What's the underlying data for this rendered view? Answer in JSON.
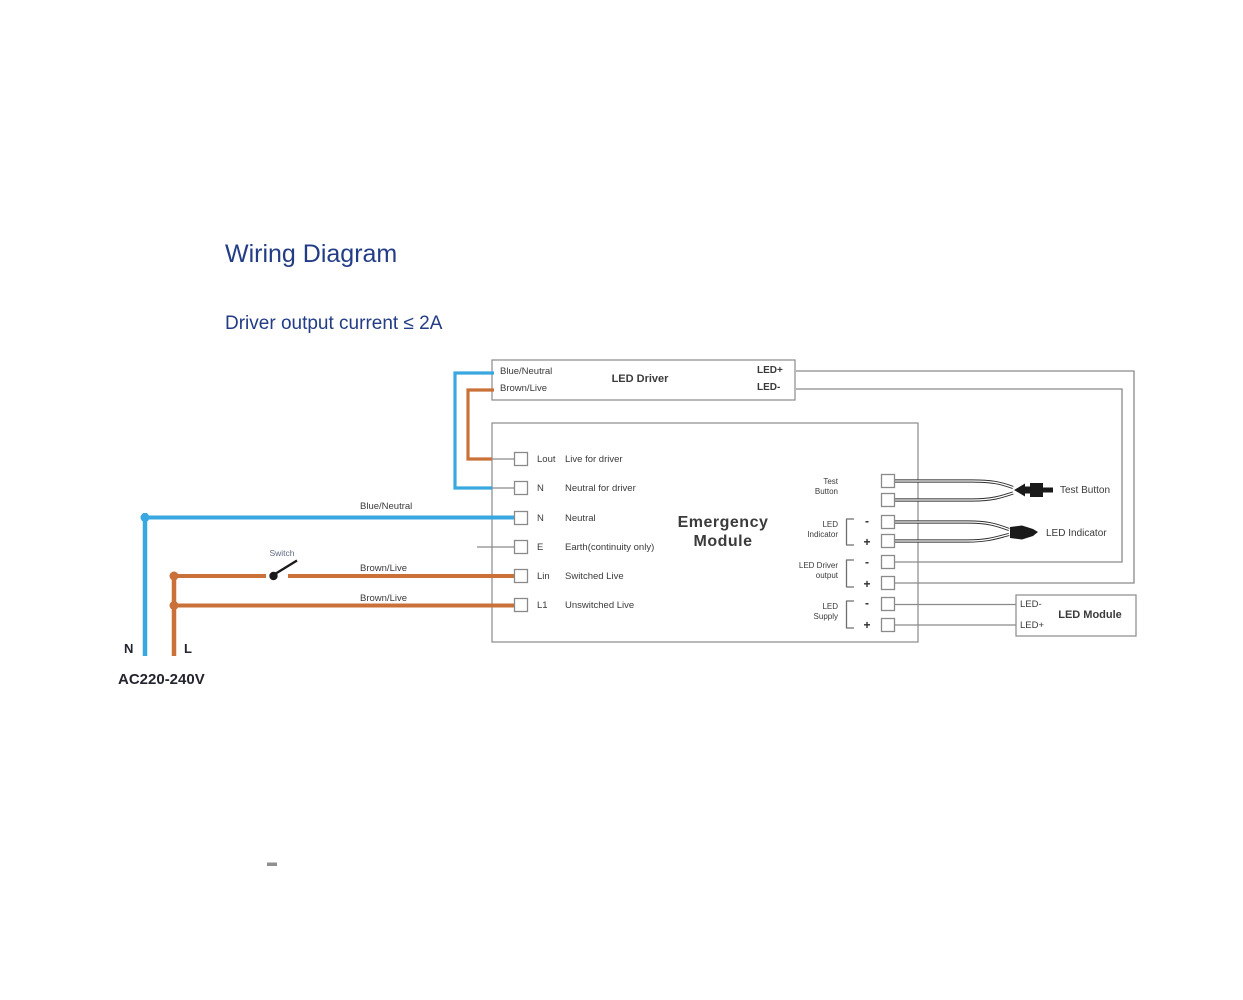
{
  "titles": {
    "heading": "Wiring Diagram",
    "subheading": "Driver output current ≤ 2A"
  },
  "led_driver": {
    "name": "LED Driver",
    "input_top": "Blue/Neutral",
    "input_bottom": "Brown/Live",
    "output_top": "LED+",
    "output_bottom": "LED-"
  },
  "emergency_module": {
    "name_line1": "Emergency",
    "name_line2": "Module",
    "terminals": [
      {
        "code": "Lout",
        "desc": "Live for driver"
      },
      {
        "code": "N",
        "desc": "Neutral for driver"
      },
      {
        "code": "N",
        "desc": "Neutral"
      },
      {
        "code": "E",
        "desc": "Earth(continuity only)"
      },
      {
        "code": "Lin",
        "desc": "Switched Live"
      },
      {
        "code": "L1",
        "desc": "Unswitched Live"
      }
    ],
    "groups": [
      {
        "line1": "Test",
        "line2": "Button"
      },
      {
        "line1": "LED",
        "line2": "Indicator",
        "minus": "-",
        "plus": "+"
      },
      {
        "line1": "LED Driver",
        "line2": "output",
        "minus": "-",
        "plus": "+"
      },
      {
        "line1": "LED",
        "line2": "Supply",
        "minus": "-",
        "plus": "+"
      }
    ]
  },
  "external": {
    "test_button": "Test Button",
    "led_indicator": "LED Indicator"
  },
  "led_module": {
    "name": "LED Module",
    "neg": "LED-",
    "pos": "LED+"
  },
  "mains": {
    "neutral": "N",
    "live": "L",
    "voltage": "AC220-240V",
    "switch": "Switch"
  },
  "wire_labels": {
    "neutral": "Blue/Neutral",
    "switched_live": "Brown/Live",
    "unswitched_live": "Brown/Live"
  },
  "colors": {
    "title_navy": "#223c85",
    "neutral_wire_blue": "#3aa8e0",
    "live_wire_brown": "#c97139",
    "outline_gray": "#8a8a8a",
    "signal_wire_dark": "#2e2e2e"
  }
}
